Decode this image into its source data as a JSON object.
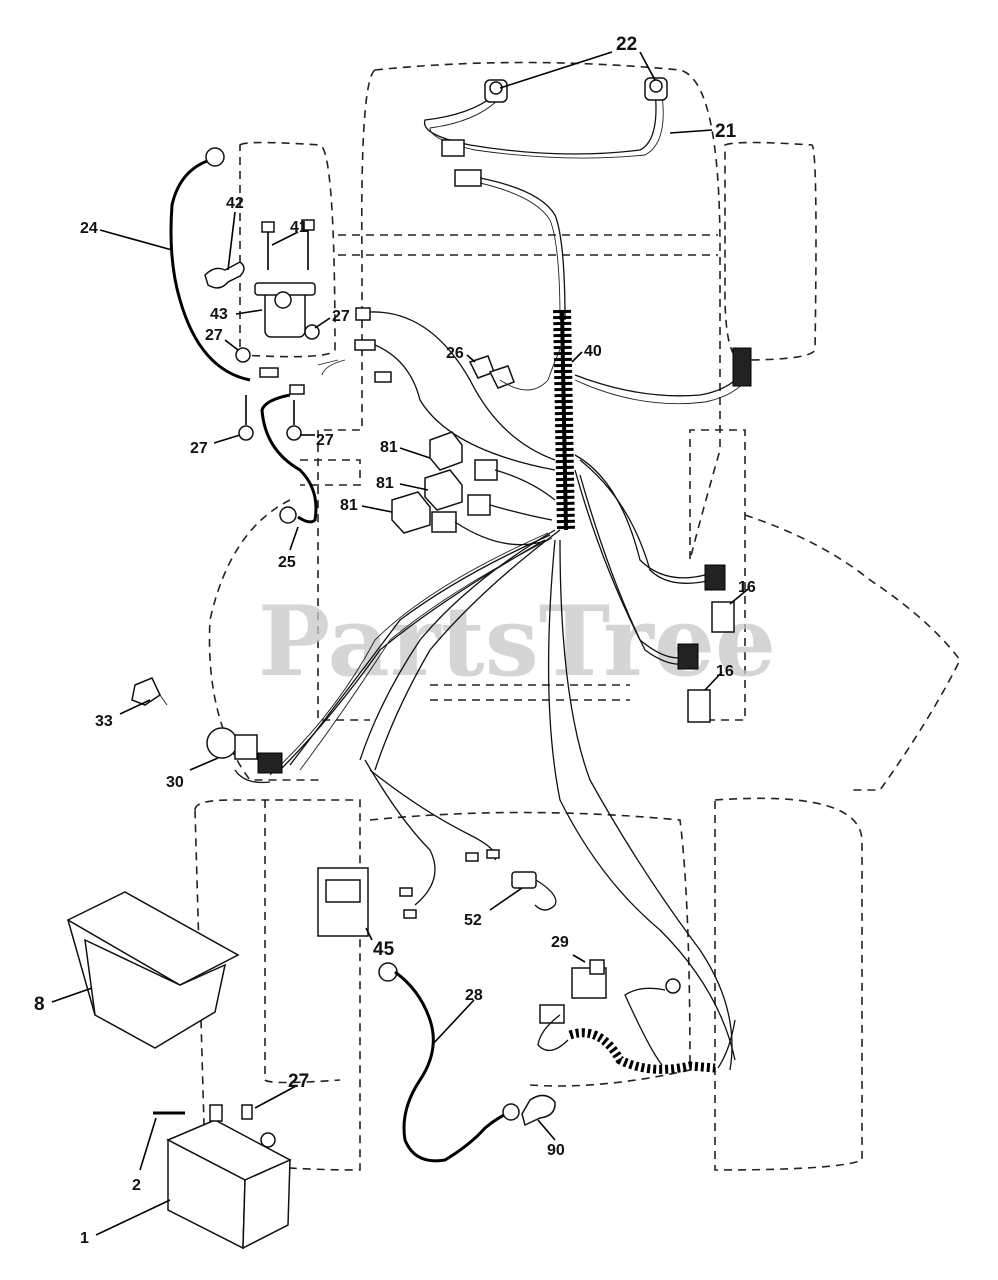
{
  "watermark": "PartsTree",
  "callouts": [
    {
      "id": "22",
      "text": "22"
    },
    {
      "id": "21",
      "text": "21"
    },
    {
      "id": "24",
      "text": "24"
    },
    {
      "id": "42",
      "text": "42"
    },
    {
      "id": "41",
      "text": "41"
    },
    {
      "id": "43",
      "text": "43"
    },
    {
      "id": "27a",
      "text": "27"
    },
    {
      "id": "27b",
      "text": "27"
    },
    {
      "id": "27c",
      "text": "27"
    },
    {
      "id": "27d",
      "text": "27"
    },
    {
      "id": "27e",
      "text": "27"
    },
    {
      "id": "26",
      "text": "26"
    },
    {
      "id": "40",
      "text": "40"
    },
    {
      "id": "81a",
      "text": "81"
    },
    {
      "id": "81b",
      "text": "81"
    },
    {
      "id": "81c",
      "text": "81"
    },
    {
      "id": "25",
      "text": "25"
    },
    {
      "id": "16a",
      "text": "16"
    },
    {
      "id": "16b",
      "text": "16"
    },
    {
      "id": "33",
      "text": "33"
    },
    {
      "id": "30",
      "text": "30"
    },
    {
      "id": "52",
      "text": "52"
    },
    {
      "id": "45",
      "text": "45"
    },
    {
      "id": "29",
      "text": "29"
    },
    {
      "id": "8",
      "text": "8"
    },
    {
      "id": "28",
      "text": "28"
    },
    {
      "id": "2",
      "text": "2"
    },
    {
      "id": "90",
      "text": "90"
    },
    {
      "id": "1",
      "text": "1"
    }
  ]
}
